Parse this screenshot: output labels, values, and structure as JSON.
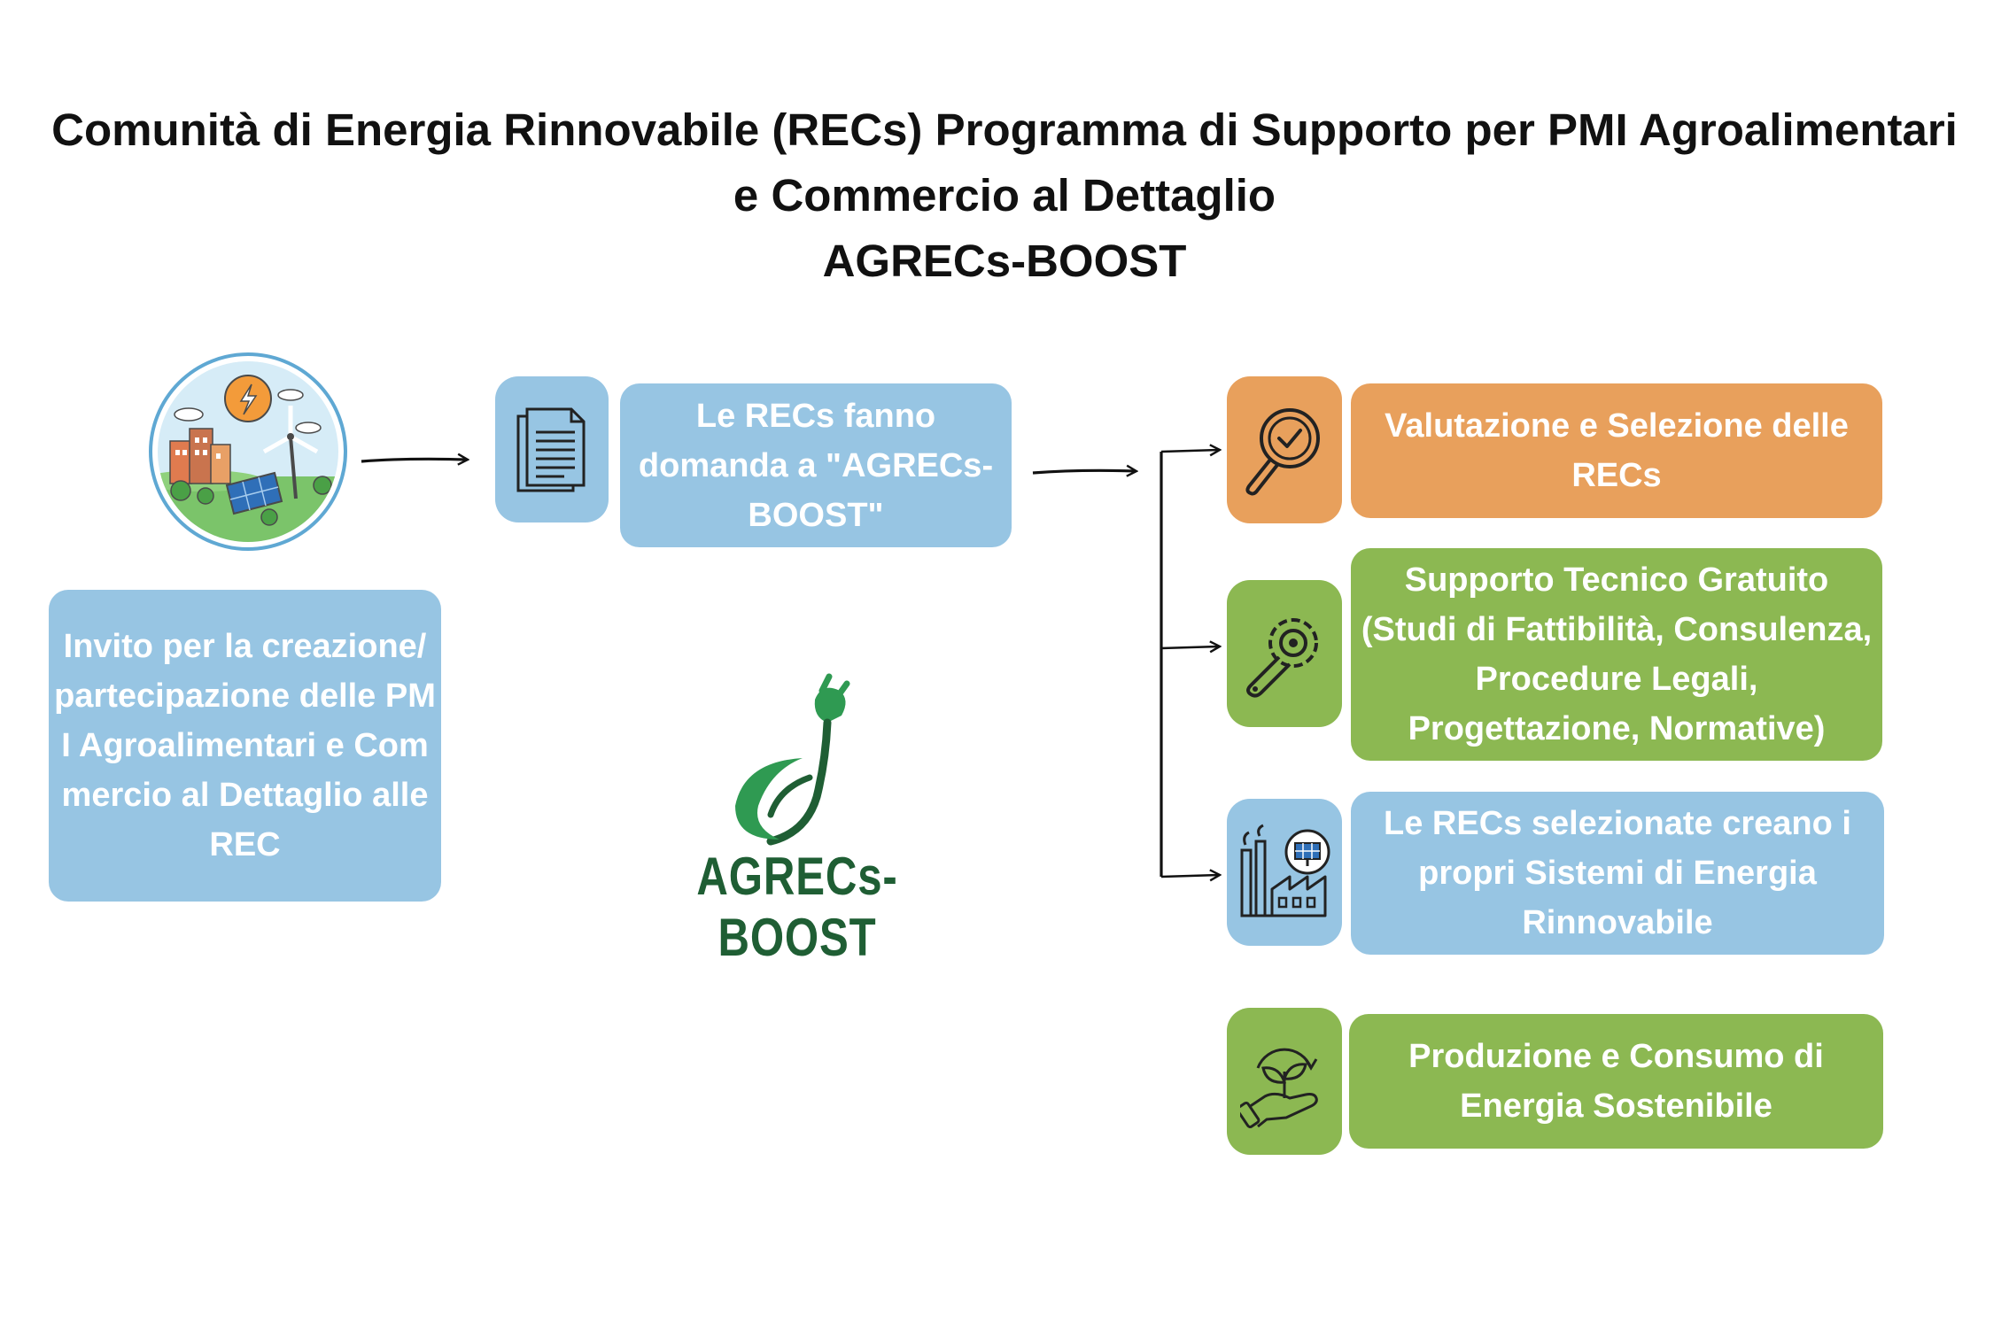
{
  "title": {
    "line1": "Comunità di Energia Rinnovabile (RECs) Programma di Supporto per PMI Agroalimentari",
    "line2": "e Commercio al Dettaglio",
    "line3": "AGRECs-BOOST"
  },
  "left_box": {
    "text": "Invito per la creazione/partecipazione delle PMI Agroalimentari e Commercio al Dettaglio alle REC"
  },
  "middle_box": {
    "text": "Le RECs fanno domanda a \"AGRECs-BOOST\""
  },
  "logo": {
    "text": "AGRECs-BOOST"
  },
  "steps": [
    {
      "text": "Valutazione e Selezione delle RECs",
      "color": "#e8a05c",
      "icon": "magnifier-check-icon"
    },
    {
      "text": "Supporto Tecnico Gratuito (Studi di Fattibilità, Consulenza, Procedure Legali, Progettazione, Normative)",
      "color": "#8cb852",
      "icon": "wrench-gear-icon"
    },
    {
      "text": "Le RECs selezionate creano i propri Sistemi di Energia Rinnovabile",
      "color": "#97c5e3",
      "icon": "factory-solar-icon"
    },
    {
      "text": "Produzione e Consumo di Energia Sostenibile",
      "color": "#8cb852",
      "icon": "hand-plant-icon"
    }
  ],
  "colors": {
    "blue": "#97c5e3",
    "orange": "#e8a05c",
    "green": "#8cb852",
    "logo_green": "#1f5e34"
  }
}
